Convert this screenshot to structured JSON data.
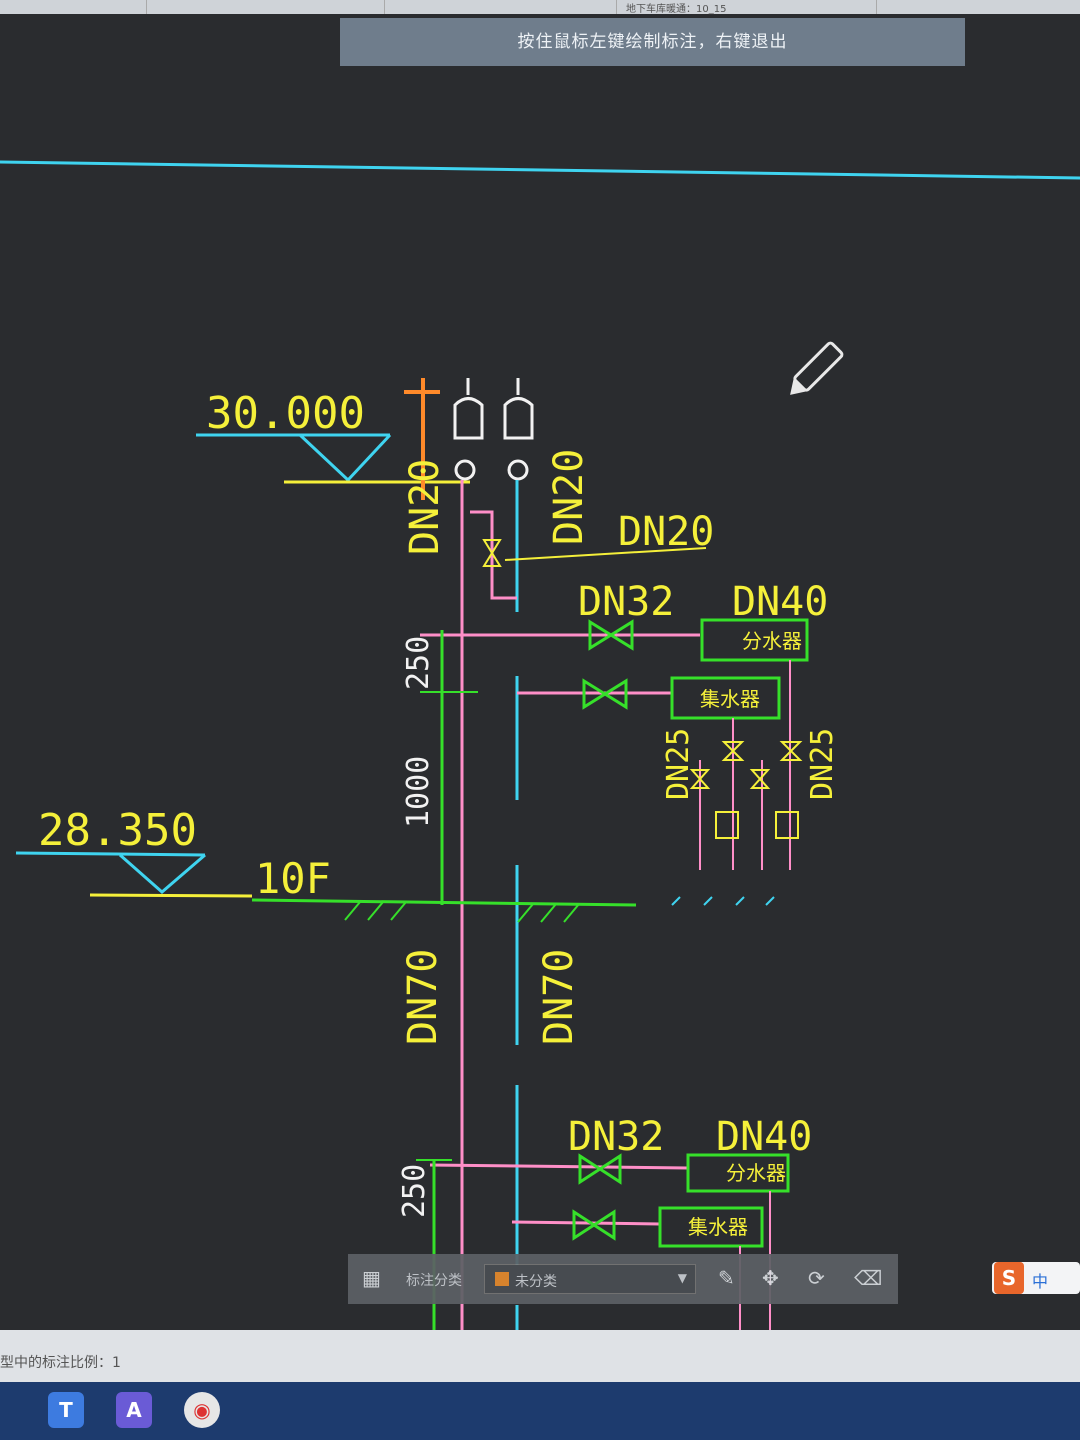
{
  "tabs": [
    "",
    "",
    "",
    "地下车库暖通：10_15"
  ],
  "hint": "按住鼠标左键绘制标注，右键退出",
  "drawing": {
    "elev_top": "30.000",
    "elev_mid": "28.350",
    "floor": "10F",
    "dn20_left": "DN20",
    "dn20_mid": "DN20",
    "dn20_right": "DN20",
    "dn32_a": "DN32",
    "dn40_a": "DN40",
    "dim250_a": "250",
    "dim1000": "1000",
    "fenshui_a": "分水器",
    "jishui_a": "集水器",
    "dn25_left": "DN25",
    "dn25_right": "DN25",
    "dn70_left": "DN70",
    "dn70_right": "DN70",
    "dn32_b": "DN32",
    "dn40_b": "DN40",
    "dim250_b": "250",
    "fenshui_b": "分水器",
    "jishui_b": "集水器"
  },
  "toolbar": {
    "label": "标注分类",
    "selected": "未分类"
  },
  "status": "型中的标注比例：1",
  "ime": {
    "logo": "S",
    "lang": "中"
  },
  "colors": {
    "pink": "#ff8fc8",
    "cyan": "#3fd4f0",
    "green": "#36e02a",
    "yellow": "#f5f03a",
    "white": "#f2f2f2",
    "orange": "#ff8a2a"
  }
}
